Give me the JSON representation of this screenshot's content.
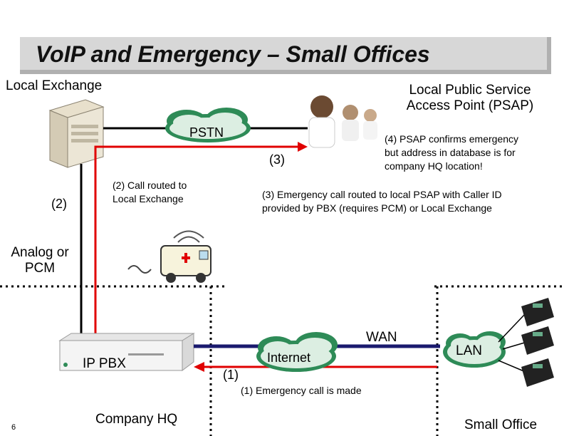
{
  "title": "VoIP and Emergency – Small Offices",
  "labels": {
    "local_exchange": "Local Exchange",
    "psap_line1": "Local Public Service",
    "psap_line2": "Access Point (PSAP)",
    "pstn": "PSTN",
    "step4_line1": "(4) PSAP confirms emergency",
    "step4_line2": "but address in database is for",
    "step4_line3": "company HQ location!",
    "step3_marker": "(3)",
    "step2_marker": "(2)",
    "step2_line1": "(2) Call routed to",
    "step2_line2": "Local Exchange",
    "step3_line1": "(3) Emergency call routed to local PSAP with Caller ID",
    "step3_line2": "provided by PBX (requires PCM) or Local Exchange",
    "analog_line1": "Analog or",
    "analog_line2": "PCM",
    "wan": "WAN",
    "internet": "Internet",
    "lan": "LAN",
    "ip_pbx": "IP PBX",
    "step1_marker": "(1)",
    "step1_text": "(1) Emergency call is made",
    "company_hq": "Company HQ",
    "small_office": "Small Office",
    "slide_number": "6"
  },
  "colors": {
    "red_path": "#e00000",
    "black_line": "#000000",
    "navy_line": "#1a1a6e",
    "cloud_fill": "#2e8b57",
    "dotted_border": "#000000"
  }
}
